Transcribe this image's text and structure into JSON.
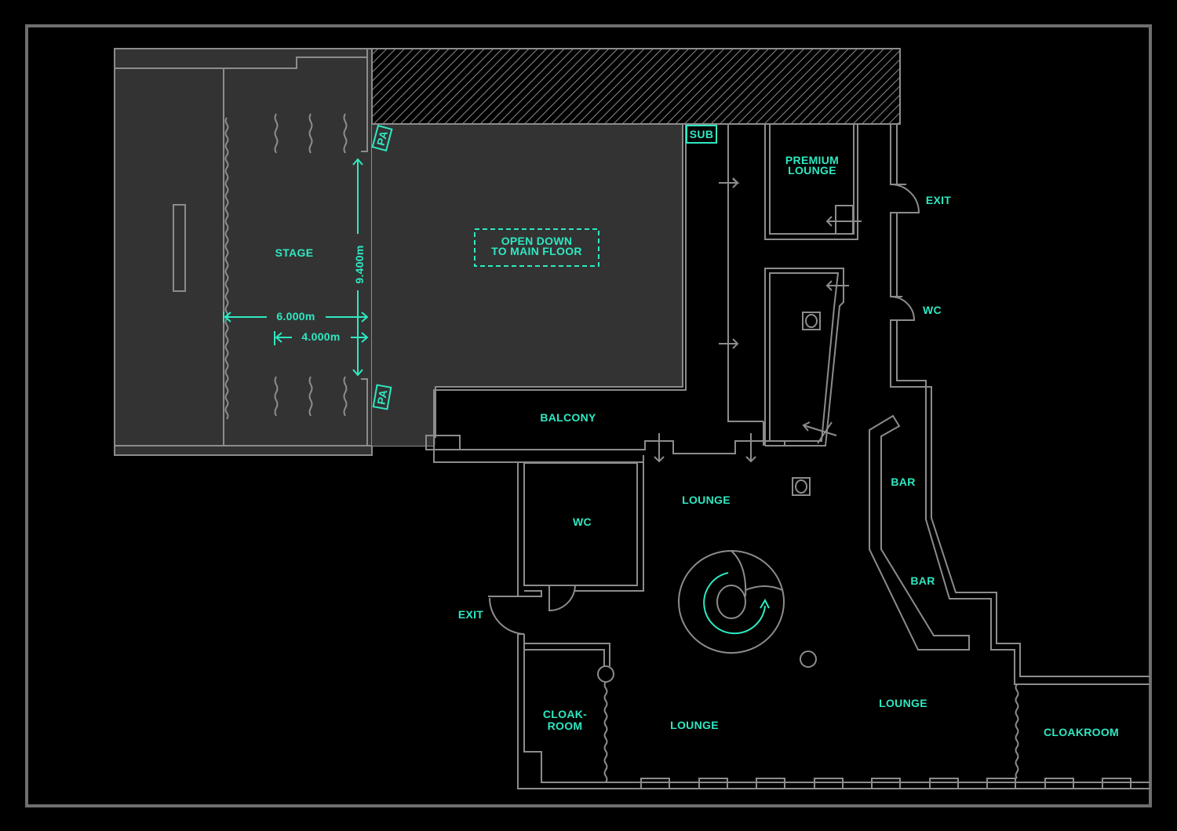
{
  "colors": {
    "background": "#000000",
    "frame": "#6e6e6e",
    "stage_fill": "#333333",
    "wall": "#8c8c8c",
    "accent": "#2ee8c2"
  },
  "labels": {
    "stage": "STAGE",
    "dim_height": "9.400m",
    "dim_width_6": "6.000m",
    "dim_width_4": "4.000m",
    "pa_top": "PA",
    "pa_bottom": "PA",
    "sub": "SUB",
    "open_down_line1": "OPEN DOWN",
    "open_down_line2": "TO MAIN FLOOR",
    "premium_line1": "PREMIUM",
    "premium_line2": "LOUNGE",
    "exit_top": "EXIT",
    "wc_right": "WC",
    "balcony": "BALCONY",
    "lounge_top": "LOUNGE",
    "wc_left": "WC",
    "exit_left": "EXIT",
    "bar_top": "BAR",
    "bar_bottom": "BAR",
    "cloak_line1": "CLOAK-",
    "cloak_line2": "ROOM",
    "lounge_bottom_left": "LOUNGE",
    "lounge_bottom_right": "LOUNGE",
    "cloakroom_right": "CLOAKROOM"
  }
}
